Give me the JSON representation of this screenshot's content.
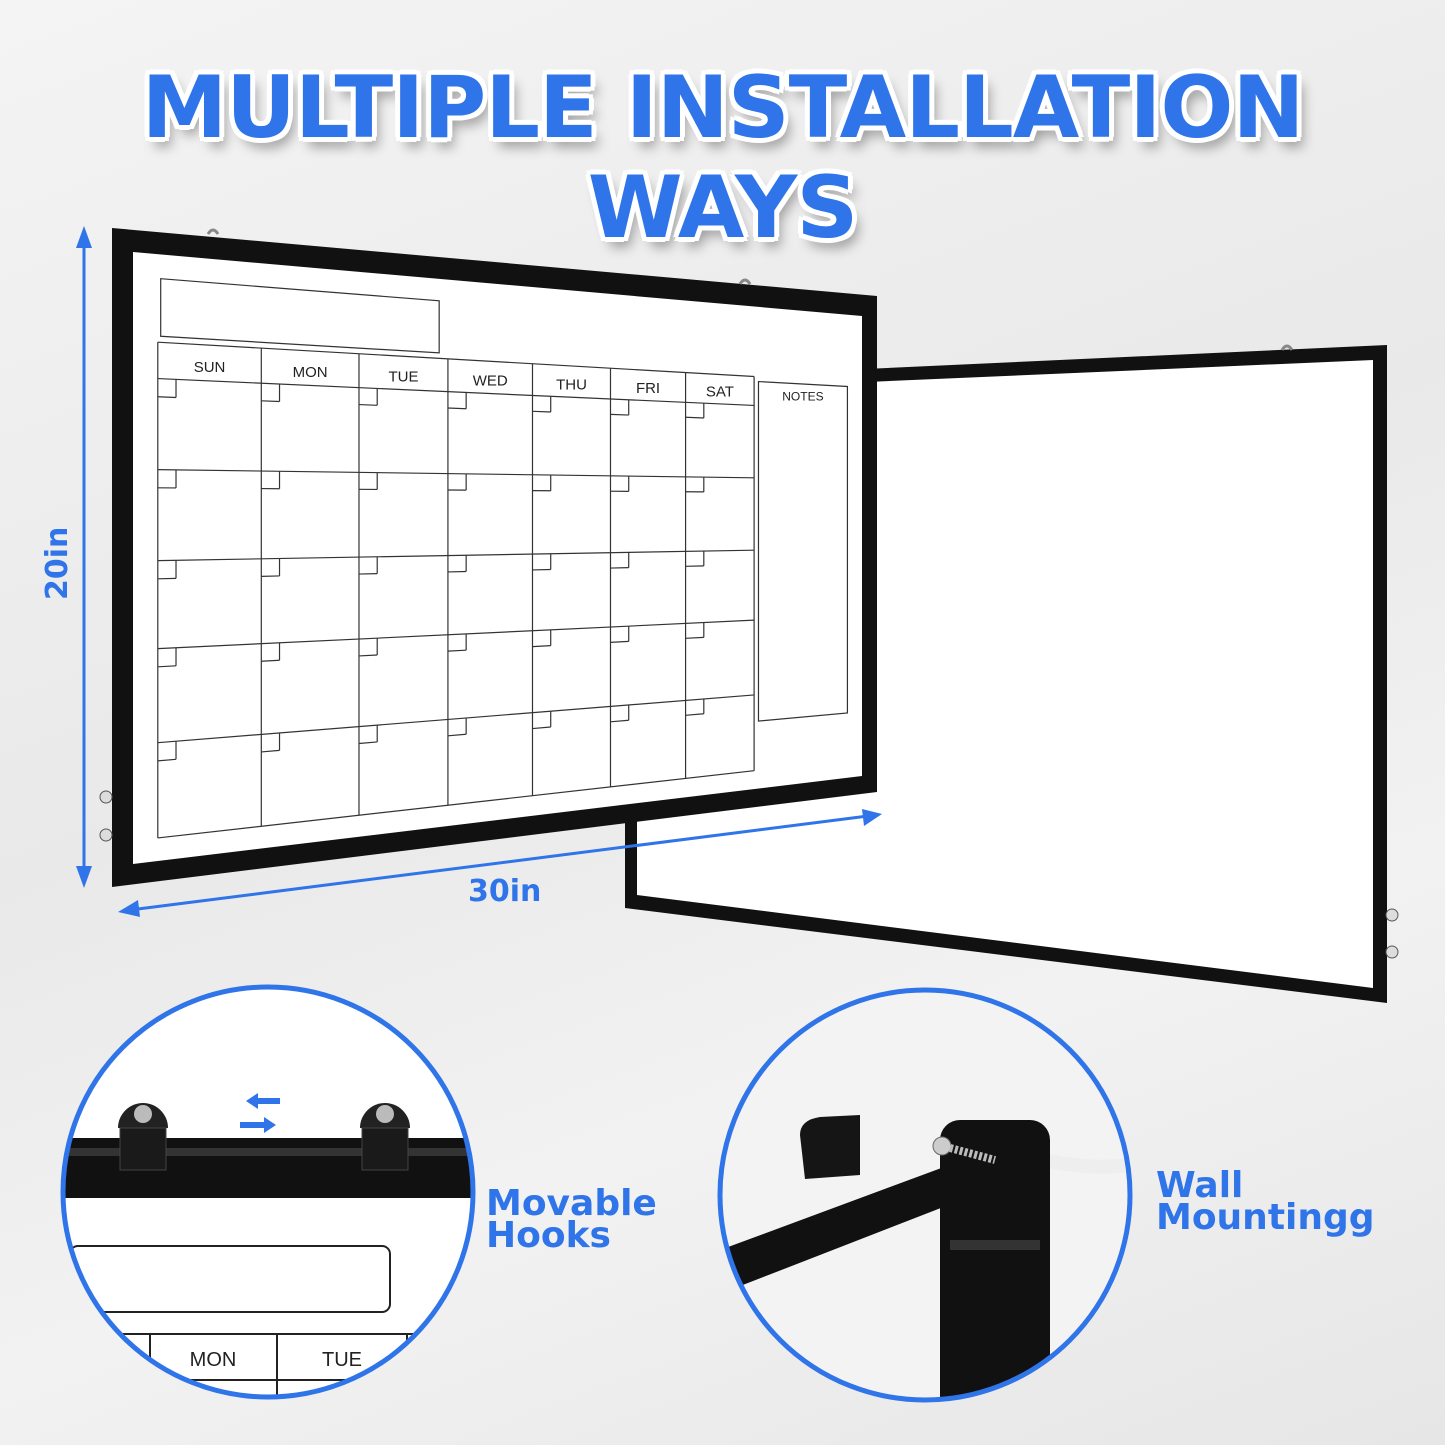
{
  "title": "MULTIPLE INSTALLATION WAYS",
  "dimensions": {
    "height": "20in",
    "width": "30in"
  },
  "calendar": {
    "days": [
      "SUN",
      "MON",
      "TUE",
      "WED",
      "THU",
      "FRI",
      "SAT"
    ],
    "notes": "NOTES"
  },
  "callouts": {
    "hooks": {
      "line1": "Movable",
      "line2": "Hooks",
      "detail_days": [
        "MON",
        "TUE"
      ]
    },
    "wall": {
      "line1": "Wall",
      "line2": "Mountingg"
    }
  },
  "colors": {
    "accent": "#2f74e8",
    "frame": "#111111",
    "board": "#ffffff"
  }
}
